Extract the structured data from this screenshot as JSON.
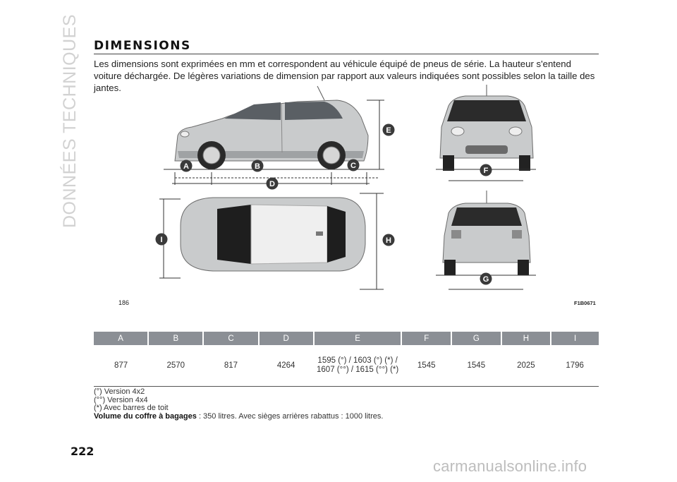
{
  "side_label": "DONNÉES TECHNIQUES",
  "title": "DIMENSIONS",
  "intro": "Les dimensions sont exprimées en mm et correspondent au véhicule équipé de pneus de série. La hauteur s'entend voiture déchargée. De légères variations de dimension par rapport aux valeurs indiquées sont possibles selon la taille des jantes.",
  "figure": {
    "number": "186",
    "code": "F1B0671",
    "labels": {
      "A": "A",
      "B": "B",
      "C": "C",
      "D": "D",
      "E": "E",
      "F": "F",
      "G": "G",
      "H": "H",
      "I": "I"
    },
    "colors": {
      "badge": "#3a3a3a",
      "car_body": "#c9cbcc",
      "roof": "#1e1e1e"
    }
  },
  "table": {
    "headers": [
      "A",
      "B",
      "C",
      "D",
      "E",
      "F",
      "G",
      "H",
      "I"
    ],
    "values": [
      "877",
      "2570",
      "817",
      "4264",
      "1595 (°) / 1603 (°) (*) / 1607 (°°) / 1615 (°°) (*)",
      "1545",
      "1545",
      "2025",
      "1796"
    ],
    "header_color": "#8b8f95"
  },
  "notes": {
    "n1": "(°) Version 4x2",
    "n2": "(°°) Version 4x4",
    "n3": "(*) Avec barres de toit",
    "volume_label": "Volume du coffre à bagages",
    "volume_text": " : 350 litres. Avec sièges arrières rabattus : 1000 litres."
  },
  "page_number": "222",
  "watermark": "carmanualsonline.info"
}
